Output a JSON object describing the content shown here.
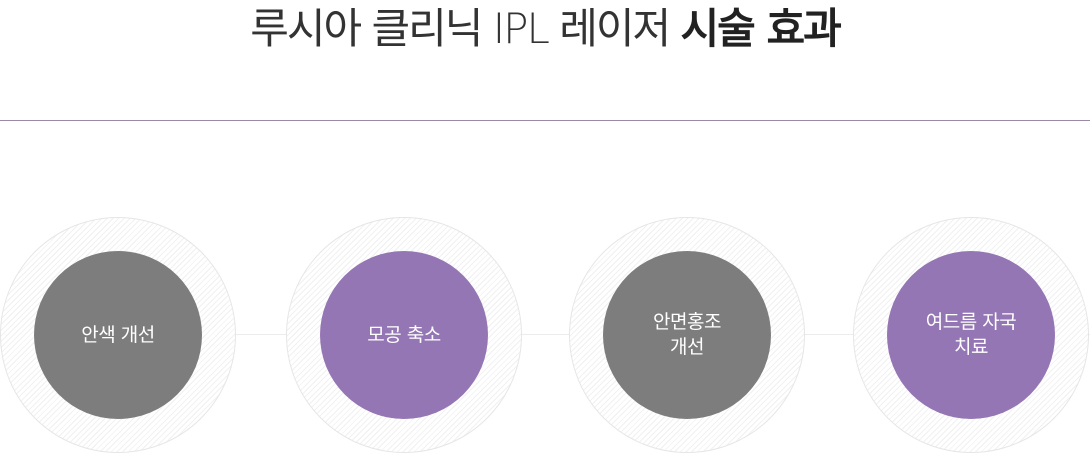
{
  "heading": {
    "light_text": "루시아 클리닉 IPL 레이저",
    "bold_text": "시술 효과"
  },
  "effects": [
    {
      "label": "안색 개선",
      "color": "#7d7d7d"
    },
    {
      "label": "모공 축소",
      "color": "#9476b4"
    },
    {
      "label": "안면홍조\n개선",
      "color": "#7d7d7d"
    },
    {
      "label": "여드름 자국\n치료",
      "color": "#9476b4"
    }
  ],
  "colors": {
    "gray_circle": "#7d7d7d",
    "purple_circle": "#9476b4",
    "divider": "#9a8aa6"
  }
}
